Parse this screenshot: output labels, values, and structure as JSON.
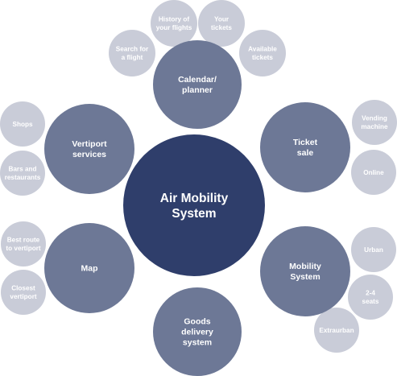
{
  "colors": {
    "center": "#2f3e6b",
    "main": "#6d7896",
    "sub": "#c9ccd8",
    "main_text": "#ffffff",
    "sub_text": "#ffffff"
  },
  "center": {
    "lines": [
      "Air Mobility",
      "System"
    ]
  },
  "nodes": [
    {
      "id": "calendar",
      "lines": [
        "Calendar/",
        "planner"
      ],
      "subs": [
        {
          "id": "history",
          "lines": [
            "History of",
            "your flights"
          ]
        },
        {
          "id": "your-tickets",
          "lines": [
            "Your",
            "tickets"
          ]
        },
        {
          "id": "search-flight",
          "lines": [
            "Search for",
            "a flight"
          ]
        },
        {
          "id": "available-tickets",
          "lines": [
            "Available",
            "tickets"
          ]
        }
      ]
    },
    {
      "id": "ticket-sale",
      "lines": [
        "Ticket",
        "sale"
      ],
      "subs": [
        {
          "id": "vending-machine",
          "lines": [
            "Vending",
            "machine"
          ]
        },
        {
          "id": "online",
          "lines": [
            "Online"
          ]
        }
      ]
    },
    {
      "id": "mobility-system",
      "lines": [
        "Mobility",
        "System"
      ],
      "subs": [
        {
          "id": "urban",
          "lines": [
            "Urban"
          ]
        },
        {
          "id": "seats",
          "lines": [
            "2-4",
            "seats"
          ]
        },
        {
          "id": "extraurban",
          "lines": [
            "Extraurban"
          ]
        }
      ]
    },
    {
      "id": "goods-delivery",
      "lines": [
        "Goods",
        "delivery",
        "system"
      ],
      "subs": []
    },
    {
      "id": "map",
      "lines": [
        "Map"
      ],
      "subs": [
        {
          "id": "best-route",
          "lines": [
            "Best route",
            "to vertiport"
          ]
        },
        {
          "id": "closest-vertiport",
          "lines": [
            "Closest",
            "vertiport"
          ]
        }
      ]
    },
    {
      "id": "vertiport-services",
      "lines": [
        "Vertiport",
        "services"
      ],
      "subs": [
        {
          "id": "shops",
          "lines": [
            "Shops"
          ]
        },
        {
          "id": "bars",
          "lines": [
            "Bars and",
            "restaurants"
          ]
        }
      ]
    }
  ]
}
